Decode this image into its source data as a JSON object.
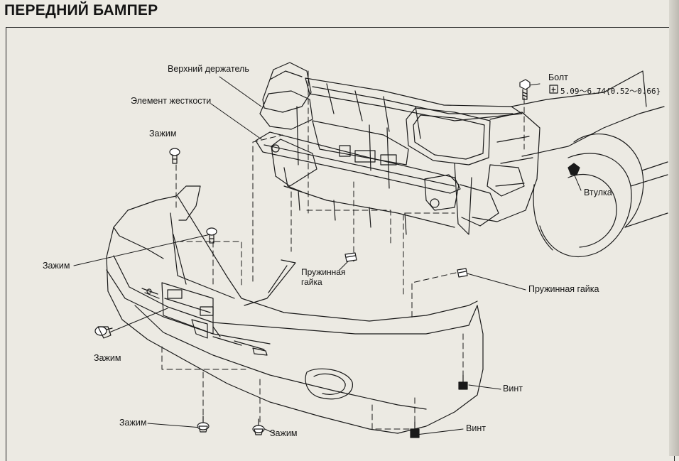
{
  "title": "ПЕРЕДНИЙ БАМПЕР",
  "labels": {
    "upper_holder": "Верхний держатель",
    "stiffener": "Элемент жесткости",
    "clip_top": "Зажим",
    "clip_left": "Зажим",
    "clip_lower_left": "Зажим",
    "clip_bottom_a": "Зажим",
    "clip_bottom_b": "Зажим",
    "bolt": "Болт",
    "bolt_torque": "5.09〜6.74{0.52〜0.66}",
    "bushing": "Втулка",
    "spring_nut_center_1": "Пружинная",
    "spring_nut_center_2": "гайка",
    "spring_nut_right": "Пружинная гайка",
    "screw_a": "Винт",
    "screw_b": "Винт"
  },
  "icons": [
    "clip-icon",
    "bolt-icon",
    "screw-icon",
    "spring-nut-icon",
    "bushing-icon",
    "torque-wrench-icon"
  ],
  "colors": {
    "line": "#1a1a1a",
    "paper": "#eceae3"
  }
}
